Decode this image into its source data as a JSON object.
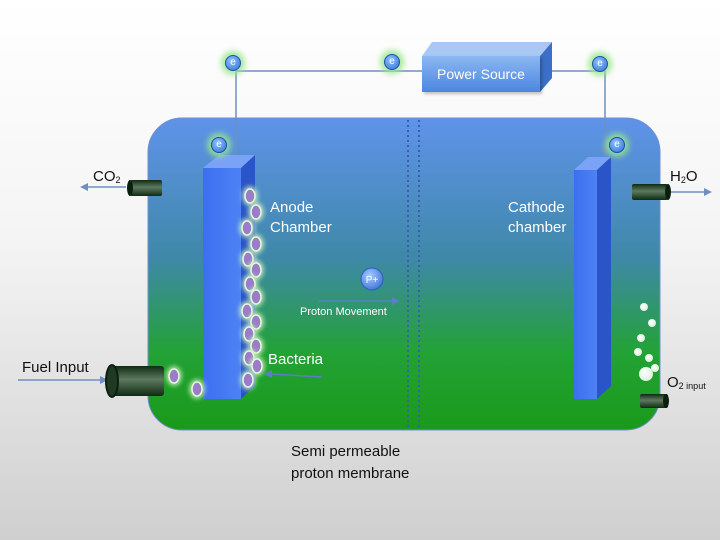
{
  "power_source": {
    "label": "Power Source"
  },
  "electron": {
    "symbol": "e"
  },
  "anode": {
    "line1": "Anode",
    "line2": "Chamber"
  },
  "cathode": {
    "line1": "Cathode",
    "line2": "chamber"
  },
  "proton": {
    "symbol": "P+",
    "movement_label": "Proton Movement"
  },
  "bacteria": {
    "label": "Bacteria"
  },
  "inputs": {
    "fuel": "Fuel Input",
    "o2_main": "O",
    "o2_sub": "2 input"
  },
  "outputs": {
    "co2_main": "CO",
    "co2_sub": "2",
    "h2o_main": "H",
    "h2o_sub": "2",
    "h2o_tail": "O"
  },
  "membrane": {
    "line1": "Semi permeable",
    "line2": "proton membrane"
  },
  "colors": {
    "tank_top": "#5b8fe6",
    "tank_bottom": "#1e9a1c",
    "electrode": "#3f72ee",
    "wire": "#6f8fbf",
    "bacteria": "#9a7cc8"
  }
}
